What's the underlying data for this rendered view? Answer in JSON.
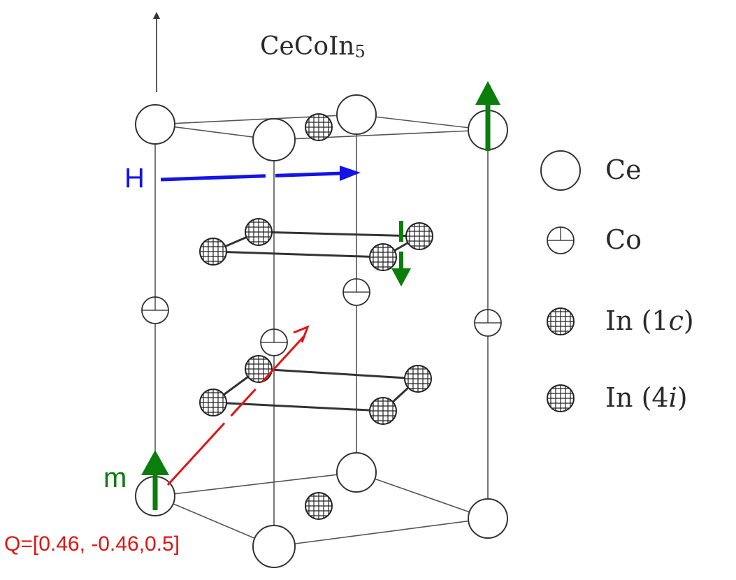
{
  "title": {
    "base": "CeCoIn",
    "subscript": "5"
  },
  "legend": {
    "items": [
      {
        "symbol": "ce-icon",
        "label": "Ce"
      },
      {
        "symbol": "co-icon",
        "label": "Co"
      },
      {
        "symbol": "in-1c-icon",
        "label_prefix": "In (1",
        "label_italic": "c",
        "label_suffix": ")"
      },
      {
        "symbol": "in-4i-icon",
        "label_prefix": "In (4",
        "label_italic": "i",
        "label_suffix": ")"
      }
    ]
  },
  "annotations": {
    "field_label": "H",
    "moment_label": "m",
    "q_vector_label": "Q=[0.46, -0.46,0.5]"
  },
  "colors": {
    "field": "#1414e6",
    "moment": "#0a7d0a",
    "q_vector": "#e01414"
  }
}
